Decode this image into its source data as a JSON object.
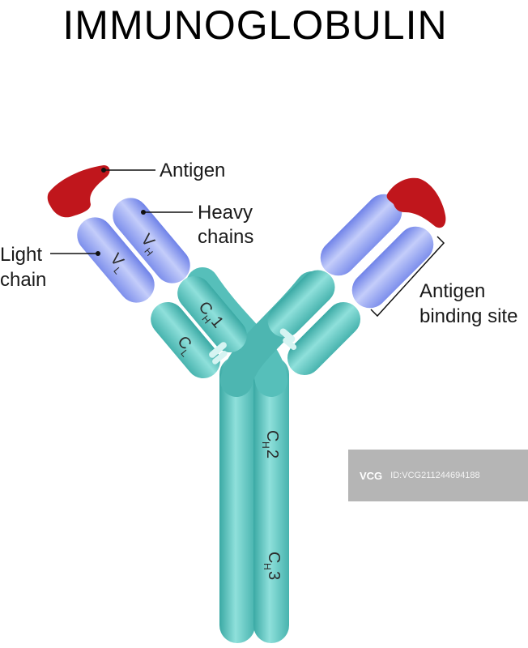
{
  "title": "IMMUNOGLOBULIN",
  "labels": {
    "antigen": "Antigen",
    "heavy_chains_line1": "Heavy",
    "heavy_chains_line2": "chains",
    "light_chain_line1": "Light",
    "light_chain_line2": "chain",
    "binding_site_line1": "Antigen",
    "binding_site_line2": "binding site"
  },
  "domains": {
    "vh": {
      "main": "V",
      "sub": "H"
    },
    "vl": {
      "main": "V",
      "sub": "L"
    },
    "ch1": {
      "main": "C",
      "sub": "H",
      "num": "1"
    },
    "cl": {
      "main": "C",
      "sub": "L"
    },
    "ch2": {
      "main": "C",
      "sub": "H",
      "num": "2"
    },
    "ch3": {
      "main": "C",
      "sub": "H",
      "num": "3"
    }
  },
  "watermark": {
    "logo": "VCG",
    "id": "ID:VCG211244694188"
  },
  "colors": {
    "antigen": "#c0161c",
    "variable": "#8b9cf0",
    "constant": "#5ec7c2",
    "constant_dark": "#3ea7a2"
  }
}
